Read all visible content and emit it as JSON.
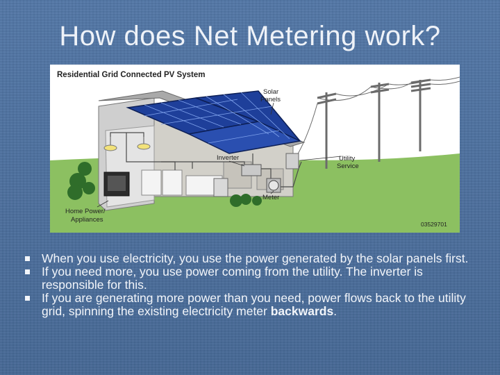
{
  "slide": {
    "title": "How does Net Metering work?"
  },
  "figure": {
    "header": "Residential Grid Connected PV System",
    "labels": {
      "solar_1": "Solar",
      "solar_2": "Panels",
      "inverter": "Inverter",
      "utility_1": "Utility",
      "utility_2": "Service",
      "meter": "Meter",
      "home_1": "Home Power/",
      "home_2": "Appliances",
      "code": "03529701"
    }
  },
  "bullets": [
    {
      "text": "When you use electricity, you use the power generated by the solar panels first."
    },
    {
      "text": "If you need more, you use power coming from the utility. The inverter is responsible for this."
    },
    {
      "text_before": "If you are generating more power than you need, power flows back to the utility grid, spinning the existing electricity meter ",
      "bold": "backwards",
      "text_after": "."
    }
  ],
  "colors": {
    "background": "#4a6c98",
    "panel": "#1e3f9a",
    "grass": "#8cc061"
  }
}
